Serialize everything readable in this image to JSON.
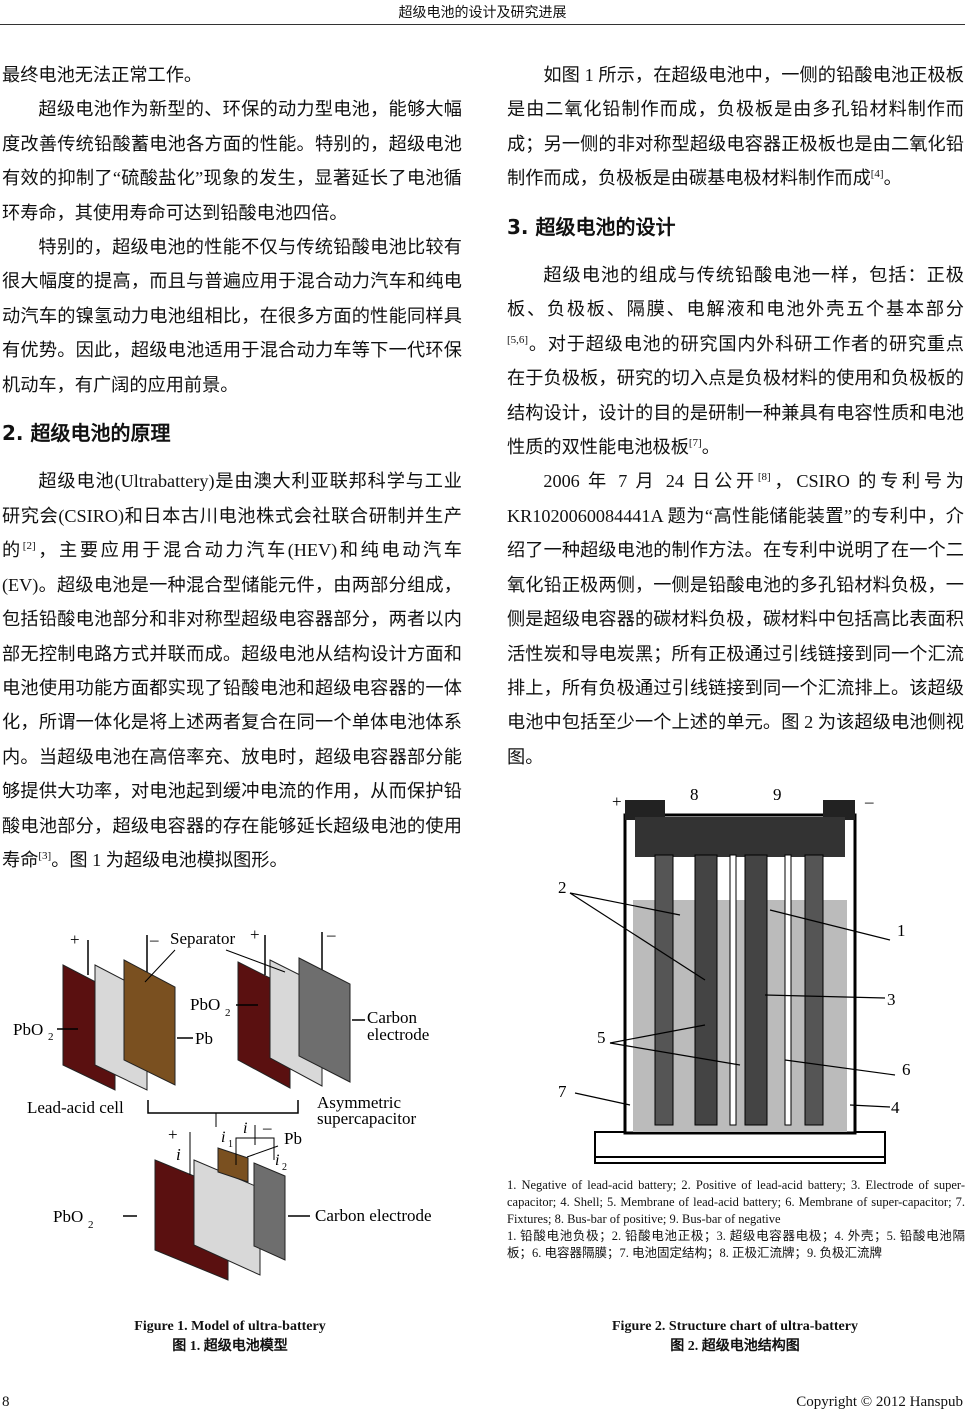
{
  "header": {
    "title": "超级电池的设计及研究进展"
  },
  "left": {
    "p0": "最终电池无法正常工作。",
    "p1": "超级电池作为新型的、环保的动力型电池，能够大幅度改善传统铅酸蓄电池各方面的性能。特别的，超级电池有效的抑制了“硫酸盐化”现象的发生，显著延长了电池循环寿命，其使用寿命可达到铅酸电池四倍。",
    "p2": "特别的，超级电池的性能不仅与传统铅酸电池比较有很大幅度的提高，而且与普遍应用于混合动力汽车和纯电动汽车的镍氢动力电池组相比，在很多方面的性能同样具有优势。因此，超级电池适用于混合动力车等下一代环保机动车，有广阔的应用前景。",
    "h2": "2.  超级电池的原理",
    "p3a": "超级电池(Ultrabattery)是由澳大利亚联邦科学与工业研究会(CSIRO)和日本古川电池株式会社联合研制并生产的",
    "p3ref": "[2]",
    "p3b": "，主要应用于混合动力汽车(HEV)和纯电动汽车(EV)。超级电池是一种混合型储能元件，由两部分组成，包括铅酸电池部分和非对称型超级电容器部分，两者以内部无控制电路方式并联而成。超级电池从结构设计方面和电池使用功能方面都实现了铅酸电池和超级电容器的一体化，所谓一体化是将上述两者复合在同一个单体电池体系内。当超级电池在高倍率充、放电时，超级电容器部分能够提供大功率，对电池起到缓冲电流的作用，从而保护铅酸电池部分，超级电容器的存在能够延长超级电池的使用寿命",
    "p3ref2": "[3]",
    "p3c": "。图 1 为超级电池模拟图形。"
  },
  "right": {
    "p1a": "如图 1 所示，在超级电池中，一侧的铅酸电池正极板是由二氧化铅制作而成，负极板是由多孔铅材料制作而成；另一侧的非对称型超级电容器正极板也是由二氧化铅制作而成，负极板是由碳基电极材料制作而成",
    "p1ref": "[4]",
    "p1b": "。",
    "h3": "3.  超级电池的设计",
    "p2a": "超级电池的组成与传统铅酸电池一样，包括：正极板、负极板、隔膜、电解液和电池外壳五个基本部分",
    "p2ref": "[5,6]",
    "p2b": "。对于超级电池的研究国内外科研工作者的研究重点在于负极板，研究的切入点是负极材料的使用和负极板的结构设计，设计的目的是研制一种兼具有电容性质和电池性质的双性能电池极板",
    "p2ref2": "[7]",
    "p2c": "。",
    "p3a": "2006 年 7 月 24 日公开",
    "p3ref": "[8]",
    "p3b": "，CSIRO 的专利号为 KR1020060084441A 题为“高性能储能装置”的专利中，介绍了一种超级电池的制作方法。在专利中说明了在一个二氧化铅正极两侧，一侧是铅酸电池的多孔铅材料负极，一侧是超级电容器的碳材料负极，碳材料中包括高比表面积活性炭和导电炭黑；所有正极通过引线链接到同一个汇流排上，所有负极通过引线链接到同一个汇流排上。该超级电池中包括至少一个上述的单元。图 2 为该超级电池侧视图。"
  },
  "figure1": {
    "labels": {
      "plus": "+",
      "minus": "–",
      "separator": "Separator",
      "pbo2": "PbO",
      "sub2": "2",
      "pb": "Pb",
      "carbon": "Carbon",
      "electrode": "electrode",
      "lead_acid": "Lead-acid cell",
      "asym1": "Asymmetric",
      "asym2": "supercapacitor",
      "i": "i",
      "i1": "i",
      "sub1": "1",
      "carbon_electrode": "Carbon electrode"
    },
    "caption_en": "Figure 1. Model of ultra-battery",
    "caption_zh": "图 1.  超级电池模型",
    "colors": {
      "pbo2": "#5a1010",
      "separator": "#d8d8d8",
      "pb": "#7a5020",
      "carbon": "#6e6e6e"
    }
  },
  "figure2": {
    "labels": {
      "plus": "+",
      "minus": "–",
      "n1": "1",
      "n2": "2",
      "n3": "3",
      "n4": "4",
      "n5": "5",
      "n6": "6",
      "n7": "7",
      "n8": "8",
      "n9": "9"
    },
    "legend_en": "1. Negative of lead-acid battery; 2. Positive of lead-acid battery; 3. Electrode of super-capacitor; 4. Shell; 5. Membrane of lead-acid battery; 6. Membrane of super-capacitor; 7. Fixtures; 8. Bus-bar of positive; 9. Bus-bar of negative",
    "legend_zh": "1. 铅酸电池负极；2. 铅酸电池正极；3. 超级电容器电极；4. 外壳；5. 铅酸电池隔板；6. 电容器隔膜；7. 电池固定结构；8. 正极汇流牌；9. 负极汇流牌",
    "caption_en": "Figure 2. Structure chart of ultra-battery",
    "caption_zh": "图 2.  超级电池结构图"
  },
  "footer": {
    "page": "8",
    "copyright": "Copyright © 2012 Hanspub"
  }
}
